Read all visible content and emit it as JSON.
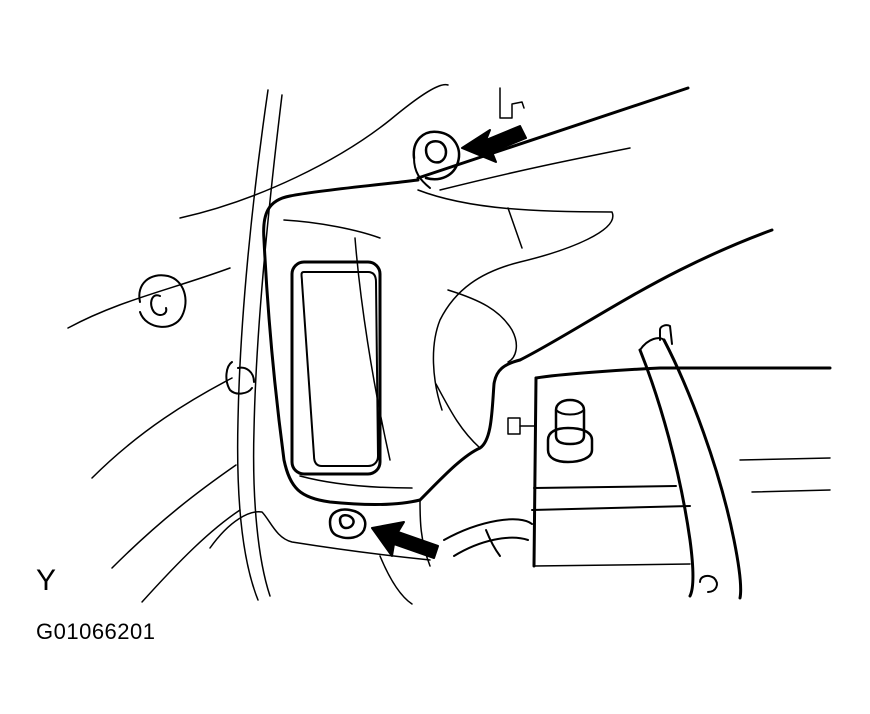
{
  "labels": {
    "view_letter": "Y",
    "figure_code": "G01066201"
  },
  "colors": {
    "line": "#000000",
    "background": "#ffffff"
  },
  "callouts": [
    {
      "name": "upper-bolt-arrow",
      "points_to": "upper-bolt"
    },
    {
      "name": "lower-bolt-arrow",
      "points_to": "lower-bolt"
    }
  ]
}
